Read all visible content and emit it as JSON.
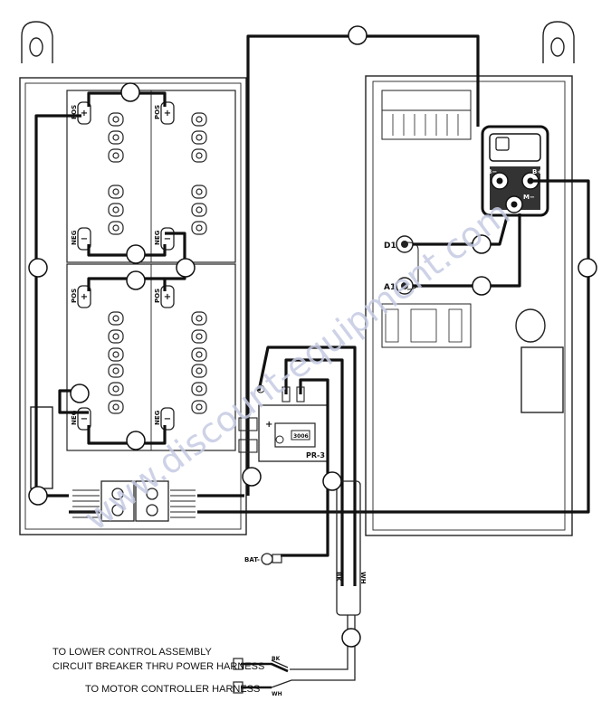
{
  "battery_labels": {
    "pos": "POS",
    "neg": "NEG",
    "plus_glyph": "+",
    "minus_glyph": "−"
  },
  "controller_labels": {
    "b_minus": "B−",
    "b_plus": "B+",
    "m_minus": "M−"
  },
  "terminal_labels": {
    "d1": "D1",
    "a1": "A1"
  },
  "relay": {
    "name": "PR-3",
    "plus": "+",
    "code": "3006"
  },
  "harness": {
    "bat_minus": "BAT-",
    "bk": "BK",
    "wh": "WH"
  },
  "notes": {
    "line1": "TO LOWER CONTROL ASSEMBLY",
    "line2": "CIRCUIT BREAKER THRU POWER HARNESS",
    "line3": "TO MOTOR CONTROLLER HARNESS",
    "tag_bk": "BK",
    "tag_wh": "WH"
  },
  "watermark": "www.discount-equipment.com"
}
